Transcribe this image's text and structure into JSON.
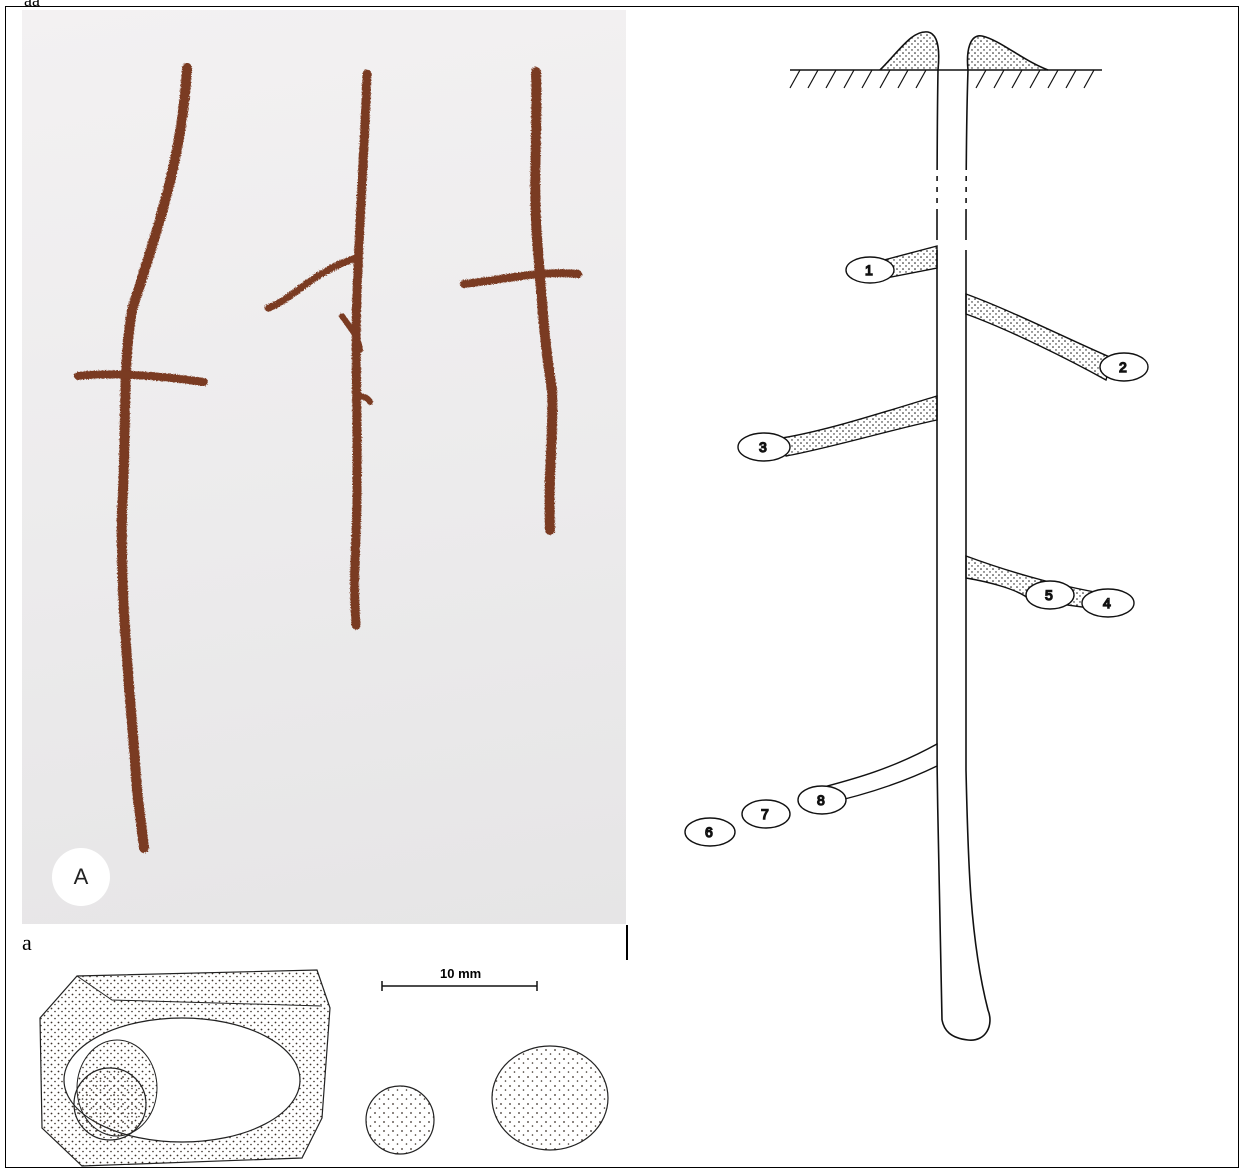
{
  "header_glyph": "aa",
  "photo_panel": {
    "badge": "A"
  },
  "lower_panel": {
    "letter": "a",
    "scale_label": "10 mm"
  },
  "drawing": {
    "chamber_labels": [
      "1",
      "2",
      "3",
      "4",
      "5",
      "6",
      "7",
      "8"
    ]
  },
  "colors": {
    "root": "#7a3a22",
    "ink": "#111111"
  }
}
